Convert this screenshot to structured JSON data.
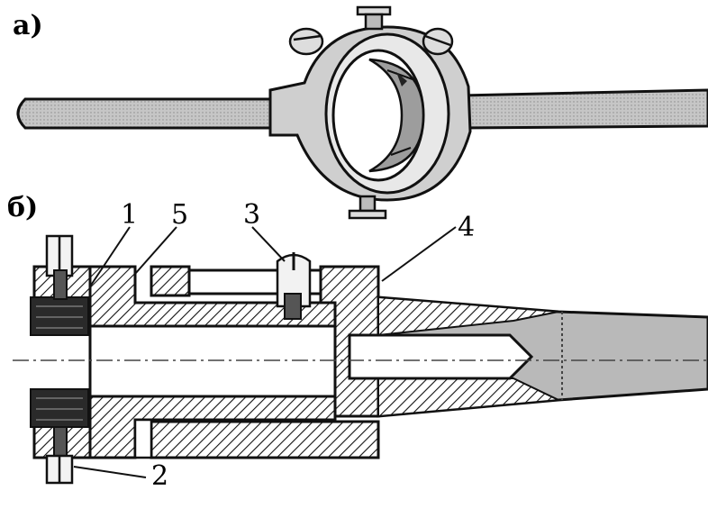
{
  "figure_a": {
    "label": "а)"
  },
  "figure_b": {
    "label": "б)"
  },
  "callouts": [
    "1",
    "5",
    "3",
    "4",
    "2"
  ],
  "colors": {
    "ink": "#111111",
    "paper": "#ffffff",
    "tone": "#b8b8b8",
    "light": "#e4e4e4"
  }
}
